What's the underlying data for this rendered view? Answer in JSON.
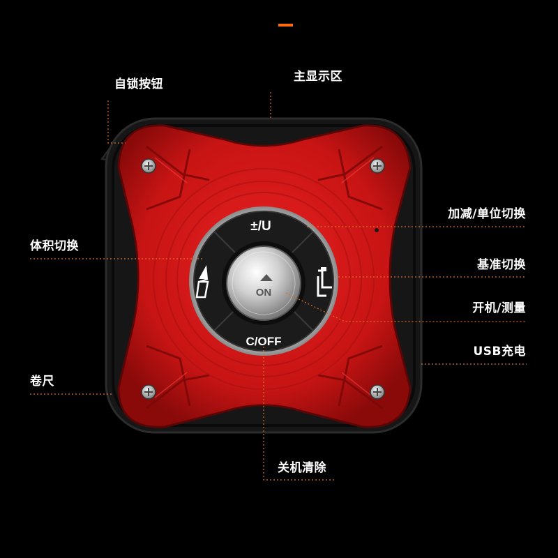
{
  "labels": {
    "self_lock_button": "自锁按钮",
    "main_display": "主显示区",
    "add_sub_unit": "加减/单位切换",
    "volume_switch": "体积切换",
    "reference_switch": "基准切换",
    "power_measure": "开机/测量",
    "usb_charging": "USB充电",
    "tape_measure": "卷尺",
    "power_off_clear": "关机清除"
  },
  "buttons": {
    "top": "±/U",
    "bottom": "C/OFF",
    "center": "ON"
  },
  "icons": {
    "left": "volume-prism-icon",
    "right": "reference-bracket-icon",
    "center": "up-triangle-icon"
  },
  "colors": {
    "background": "#000000",
    "device_red": "#d01818",
    "device_body": "#161616",
    "accent": "#ff6a13",
    "leader_line": "#d9702a",
    "label_text": "#ffffff"
  }
}
